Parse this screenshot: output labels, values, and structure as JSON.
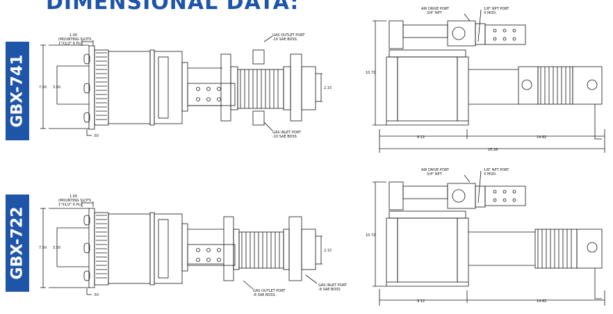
{
  "page_title": "DIMENSIONAL DATA:",
  "models": [
    {
      "model": "GBX-741",
      "mounting_height": "1.00",
      "mounting_slots_1": "(MOUNTING SLOTS",
      "mounting_slots_2": "1\"X1/2\" 6 PL)",
      "dim_750": "7.50",
      "dim_350": "3.50",
      "dim_050": ".50",
      "dim_215": "2.15",
      "outlet_port_1": "GAS OUTLET PORT",
      "outlet_port_2": "-10 SAE BOSS.",
      "inlet_port_1": "GAS INLET PORT",
      "inlet_port_2": "-10 SAE BOSS",
      "air_drive_1": "AIR DRIVE PORT",
      "air_drive_2": "3/4\" NPT",
      "npt_port_1": "1/8\" NPT PORT",
      "npt_port_2": "X MOD.",
      "side_height": "10.72",
      "dim_912": "9.12",
      "dim_1462": "14.62",
      "dim_2526": "25.26"
    },
    {
      "model": "GBX-722",
      "mounting_height": "1.00",
      "mounting_slots_1": "(MOUNTING SLOTS",
      "mounting_slots_2": "1\"X1/2\" 6 PL)",
      "dim_750": "7.50",
      "dim_350": "3.50",
      "dim_050": ".50",
      "dim_215": "2.15",
      "outlet_port_1": "GAS OUTLET PORT",
      "outlet_port_2": "-8 SAE BOSS.",
      "inlet_port_1": "GAS INLET PORT",
      "inlet_port_2": "-8 SAE BOSS",
      "air_drive_1": "AIR DRIVE PORT",
      "air_drive_2": "3/4\" NPT",
      "npt_port_1": "1/8\" NPT PORT",
      "npt_port_2": "X MOD.",
      "side_height": "10.72",
      "dim_912": "9.12",
      "dim_1462": "14.62"
    }
  ]
}
